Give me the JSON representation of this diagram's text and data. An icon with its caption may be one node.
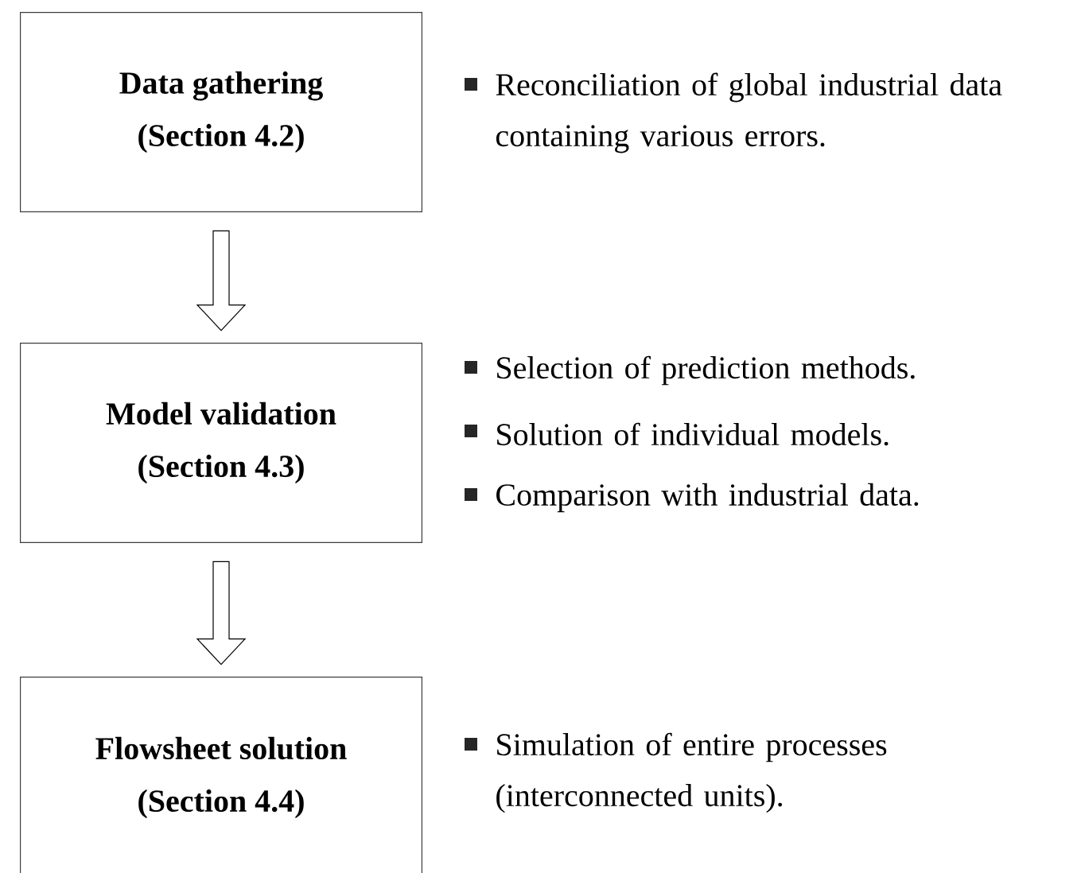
{
  "diagram": {
    "nodes": [
      {
        "text": [
          "Data gathering",
          "(Section 4.2)"
        ],
        "beside": [
          "Reconciliation of global industrial data containing various errors."
        ]
      },
      {
        "text": [
          "Model validation",
          "(Section 4.3)"
        ],
        "beside": [
          "Selection of prediction methods.",
          "Solution of individual models.",
          "Comparison with industrial data."
        ]
      },
      {
        "text": [
          "Flowsheet solution",
          "(Section 4.4)"
        ],
        "beside": [
          "Simulation of entire processes (interconnected units)."
        ]
      }
    ],
    "edges": [
      {
        "from": 0,
        "to": 1,
        "arrow": "to"
      },
      {
        "from": 1,
        "to": 2,
        "arrow": "to"
      }
    ]
  }
}
